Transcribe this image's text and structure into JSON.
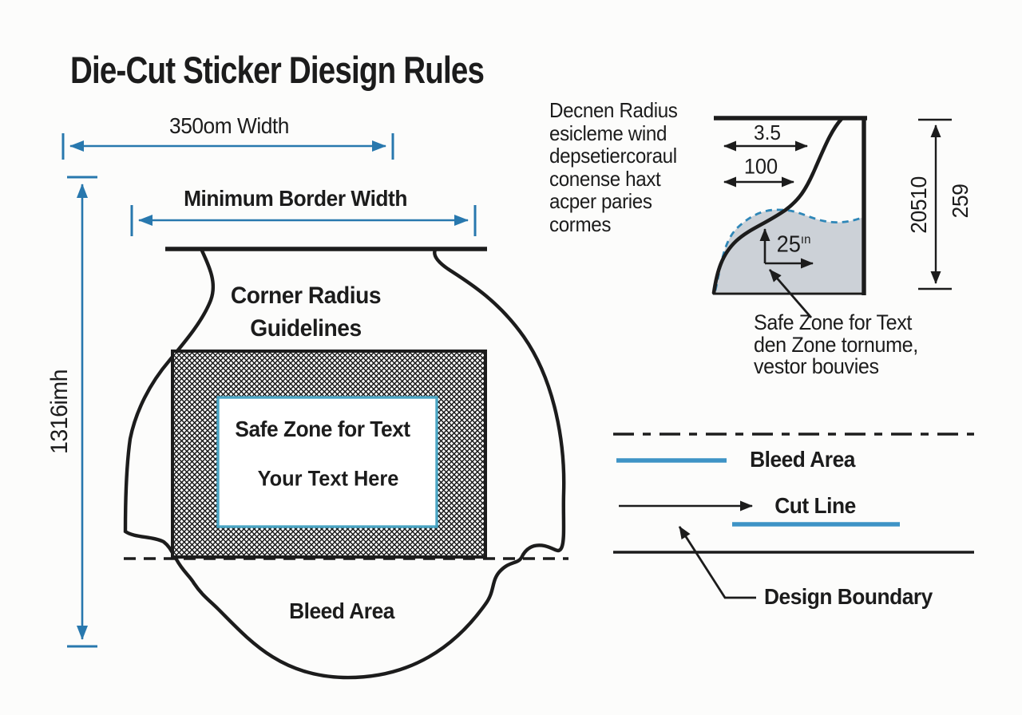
{
  "title": "Die-Cut Sticker Diesign Rules",
  "colors": {
    "ink": "#1c1c1c",
    "dimension_blue": "#2878ae",
    "legend_blue": "#3e93c6",
    "safe_zone_border": "#4aa5c4",
    "detail_dashed_blue": "#2f87b8",
    "detail_gray_fill": "#ccd1d7"
  },
  "main_diagram": {
    "width_dim_label": "350om Width",
    "border_dim_label": "Minimum Border Width",
    "height_dim_label": "1316imh",
    "corner_radius_line1": "Corner Radius",
    "corner_radius_line2": "Guidelines",
    "safe_zone_title": "Safe Zone for Text",
    "safe_zone_placeholder": "Your Text Here",
    "bleed_label": "Bleed Area"
  },
  "corner_detail": {
    "note_lines": [
      "Decnen Radius",
      "esicleme wind",
      "depsetiercoraul",
      "conense haxt",
      "acper paries",
      "cormes"
    ],
    "dim_radius": "3.5",
    "dim_inner": "100",
    "dim_offset": "25",
    "dim_offset_sup": "ın",
    "vdim_left": "20510",
    "vdim_right": "259",
    "caption_lines": [
      "Safe Zone for Text",
      "den Zone tornume,",
      "vestor bouvies"
    ]
  },
  "legend": {
    "bleed_label": "Bleed Area",
    "cut_label": "Cut Line",
    "boundary_label": "Design Boundary"
  }
}
